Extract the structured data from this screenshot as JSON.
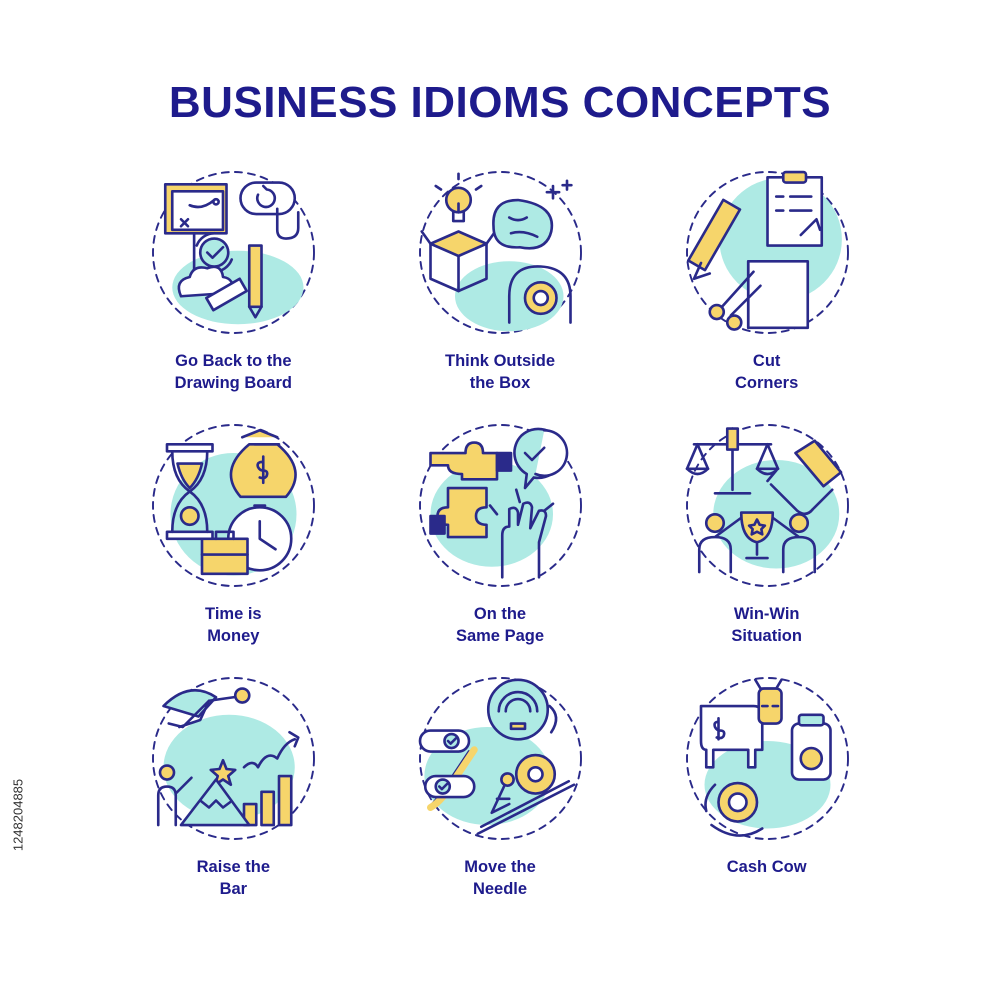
{
  "title": "BUSINESS IDIOMS CONCEPTS",
  "stock_id": "1248204885",
  "colors": {
    "navy": "#2a2a8a",
    "title": "#1e1b8c",
    "yellow": "#f6d56b",
    "cyan": "#aeeae4",
    "dash": "#3a3a8a"
  },
  "concepts": [
    {
      "line1": "Go Back to the",
      "line2": "Drawing Board",
      "icon": "drawing-board-icon"
    },
    {
      "line1": "Think Outside",
      "line2": "the Box",
      "icon": "lightbulb-box-icon"
    },
    {
      "line1": "Cut",
      "line2": "Corners",
      "icon": "scissors-paper-icon"
    },
    {
      "line1": "Time is",
      "line2": "Money",
      "icon": "hourglass-money-icon"
    },
    {
      "line1": "On the",
      "line2": "Same Page",
      "icon": "puzzle-handshake-icon"
    },
    {
      "line1": "Win-Win",
      "line2": "Situation",
      "icon": "scales-trophy-icon"
    },
    {
      "line1": "Raise the",
      "line2": "Bar",
      "icon": "climber-growth-icon"
    },
    {
      "line1": "Move the",
      "line2": "Needle",
      "icon": "gauge-gear-icon"
    },
    {
      "line1": "Cash Cow",
      "line2": "",
      "icon": "cow-money-icon"
    }
  ]
}
